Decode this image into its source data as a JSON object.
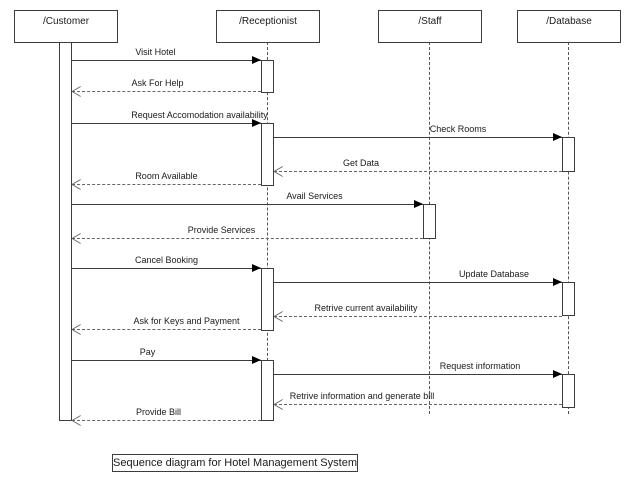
{
  "diagram": {
    "kind": "uml-sequence-diagram",
    "caption": "Sequence diagram for Hotel Management System",
    "colors": {
      "background": "#ffffff",
      "line": "#3c3c3c",
      "dashed_line": "#666666",
      "arrowhead": "#000000",
      "box_fill": "#ffffff"
    },
    "actors": [
      {
        "id": "customer",
        "label": "/Customer"
      },
      {
        "id": "receptionist",
        "label": "/Receptionist"
      },
      {
        "id": "staff",
        "label": "/Staff"
      },
      {
        "id": "database",
        "label": "/Database"
      }
    ],
    "messages": [
      {
        "label": "Visit Hotel",
        "from": "/Customer",
        "to": "/Receptionist",
        "type": "sync"
      },
      {
        "label": "Ask For Help",
        "from": "/Receptionist",
        "to": "/Customer",
        "type": "return"
      },
      {
        "label": "Request Accomodation availability",
        "from": "/Customer",
        "to": "/Receptionist",
        "type": "sync"
      },
      {
        "label": "Check Rooms",
        "from": "/Receptionist",
        "to": "/Database",
        "type": "sync"
      },
      {
        "label": "Get Data",
        "from": "/Database",
        "to": "/Receptionist",
        "type": "return"
      },
      {
        "label": "Room Available",
        "from": "/Receptionist",
        "to": "/Customer",
        "type": "return"
      },
      {
        "label": "Avail Services",
        "from": "/Customer",
        "to": "/Staff",
        "type": "sync"
      },
      {
        "label": "Provide Services",
        "from": "/Staff",
        "to": "/Customer",
        "type": "return"
      },
      {
        "label": "Cancel Booking",
        "from": "/Customer",
        "to": "/Receptionist",
        "type": "sync"
      },
      {
        "label": "Update Database",
        "from": "/Receptionist",
        "to": "/Database",
        "type": "sync"
      },
      {
        "label": "Retrive current availability",
        "from": "/Database",
        "to": "/Receptionist",
        "type": "return"
      },
      {
        "label": "Ask for Keys and Payment",
        "from": "/Receptionist",
        "to": "/Customer",
        "type": "return"
      },
      {
        "label": "Pay",
        "from": "/Customer",
        "to": "/Receptionist",
        "type": "sync"
      },
      {
        "label": "Request information",
        "from": "/Receptionist",
        "to": "/Database",
        "type": "sync"
      },
      {
        "label": "Retrive information and generate bill",
        "from": "/Database",
        "to": "/Receptionist",
        "type": "return"
      },
      {
        "label": "Provide Bill",
        "from": "/Receptionist",
        "to": "/Customer",
        "type": "return"
      }
    ]
  }
}
